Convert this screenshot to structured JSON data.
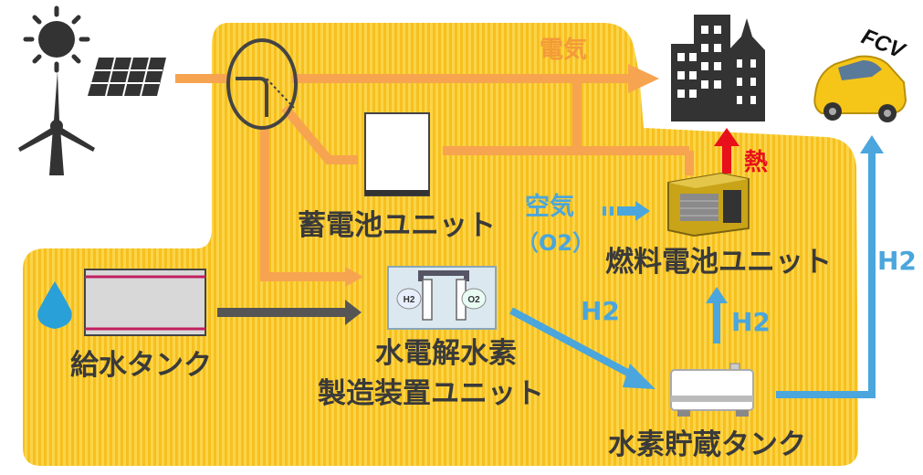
{
  "labels": {
    "electricity": "電気",
    "heat": "熱",
    "air": "空気",
    "o2": "（O2）",
    "battery_unit": "蓄電池ユニット",
    "fuel_cell_unit": "燃料電池ユニット",
    "water_tank": "給水タンク",
    "electrolyzer_line1": "水電解水素",
    "electrolyzer_line2": "製造装置ユニット",
    "hydrogen_tank": "水素貯蔵タンク",
    "h2_a": "H2",
    "h2_b": "H2",
    "h2_c": "H2",
    "fcv": "FCV",
    "h2_cell": "H2",
    "o2_cell": "O2"
  },
  "colors": {
    "area_fill": "#fbd23c",
    "area_stripe": "#f7c222",
    "electricity": "#f7a450",
    "heat": "#e8101a",
    "hydrogen": "#4aa6dc",
    "water_flow": "#555555",
    "text_dark": "#3a3a3a"
  },
  "icons": [
    "sun-icon",
    "solar-panel-icon",
    "wind-turbine-icon",
    "power-switch-icon",
    "city-buildings-icon",
    "fcv-car-icon",
    "water-drop-icon",
    "battery-icon",
    "fuel-cell-icon",
    "electrolyzer-icon",
    "water-tank-icon",
    "hydrogen-tank-icon"
  ]
}
